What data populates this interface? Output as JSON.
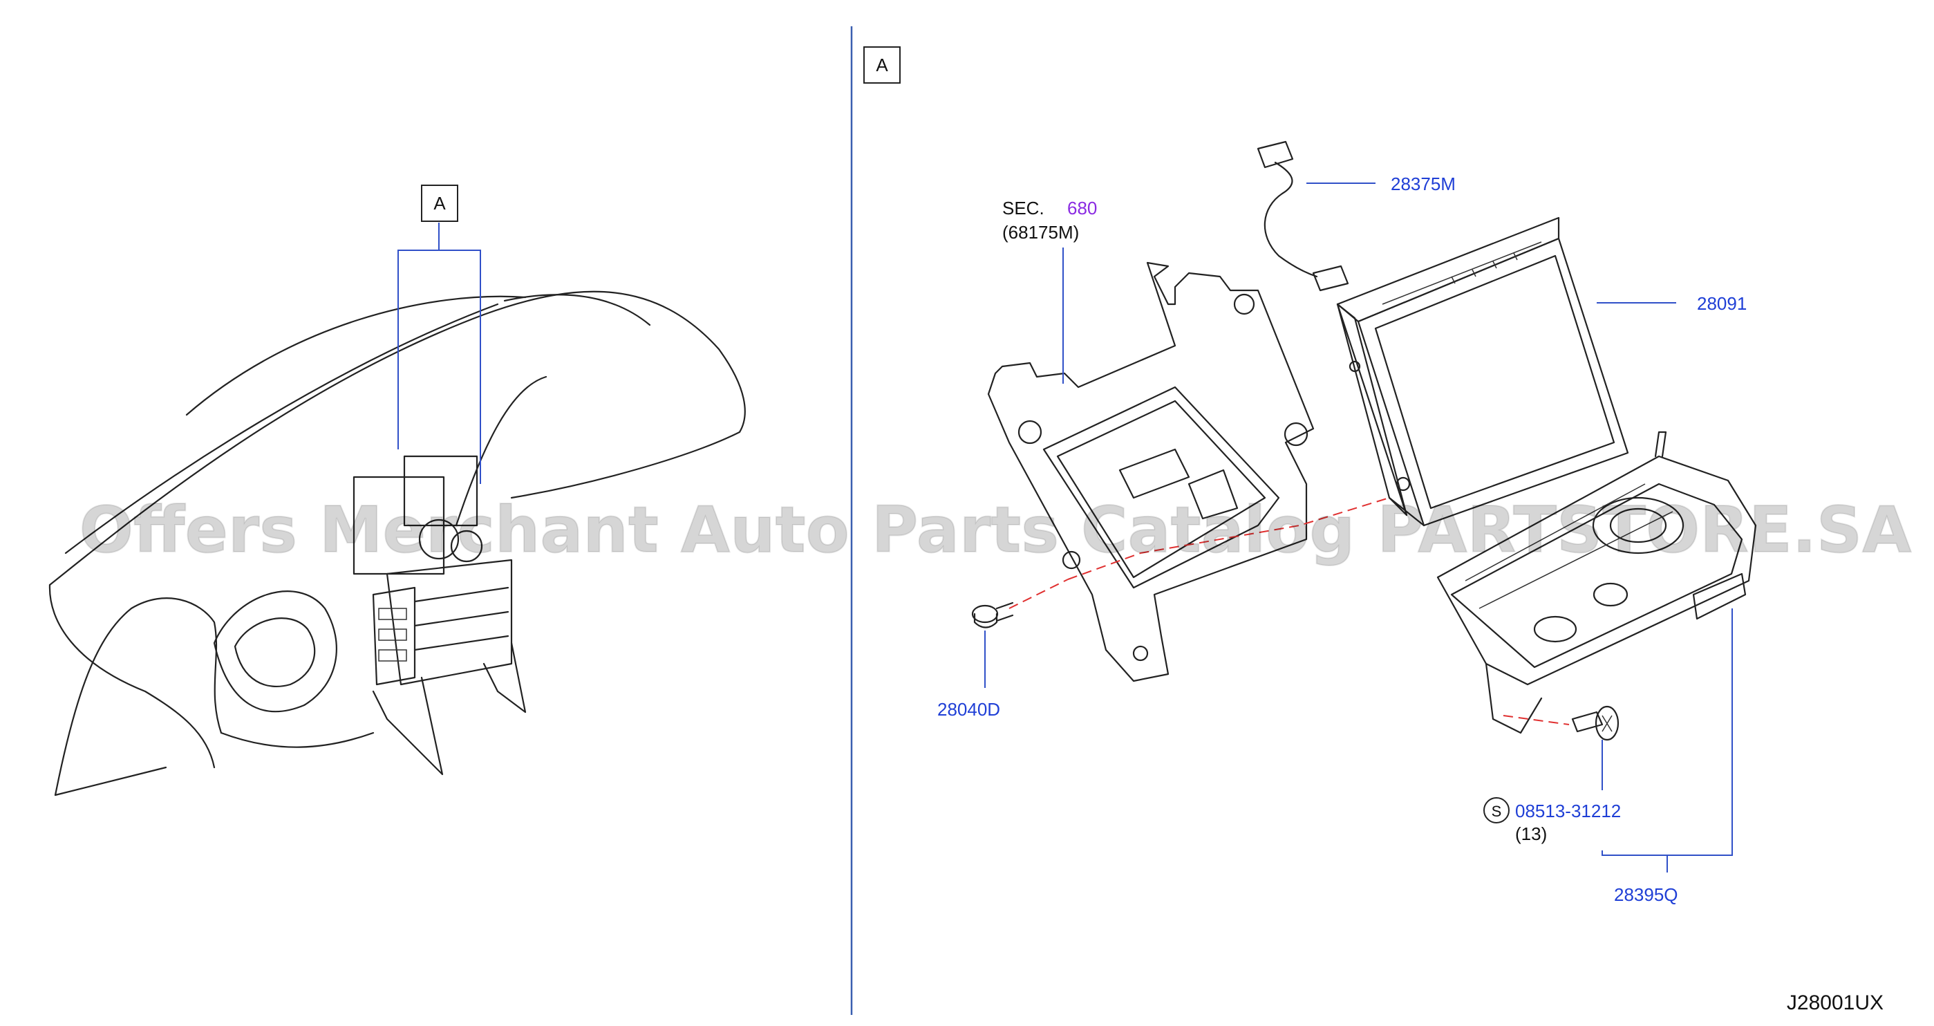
{
  "diagram": {
    "code": "J28001UX",
    "view_marker": "A",
    "detail_marker": "A",
    "section_ref": {
      "prefix": "SEC.",
      "number": "680",
      "sub": "(68175M)"
    },
    "parts": [
      {
        "label": "28375M"
      },
      {
        "label": "28091"
      },
      {
        "label": "28040D"
      },
      {
        "label": "08513-31212",
        "symbol": "S",
        "qty": "(13)"
      },
      {
        "label": "28395Q"
      }
    ],
    "watermark": "Offers Merchant Auto Parts Catalog PARTSTORE.SA",
    "colors": {
      "part_number": "#1f3fd6",
      "section_number": "#8a2be2",
      "leader": "#3050c8",
      "center_line": "#e03030"
    }
  }
}
